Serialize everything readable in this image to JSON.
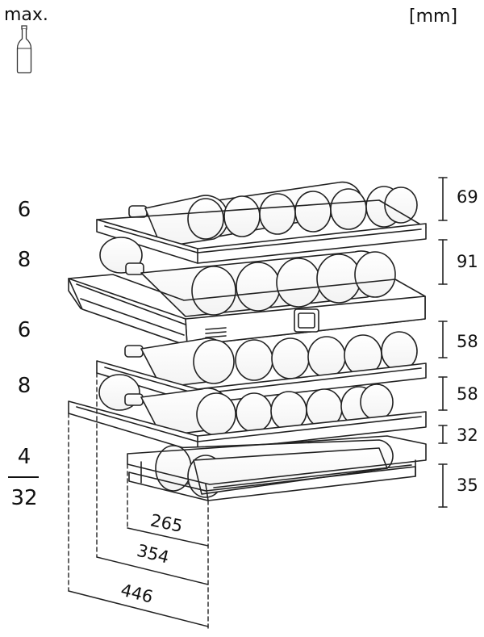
{
  "header": {
    "max_label": "max.",
    "unit_label": "[mm]",
    "bottle_icon": "wine-bottle-icon"
  },
  "shelf_counts": [
    "6",
    "8",
    "6",
    "8",
    "4"
  ],
  "total_count": "32",
  "height_dimensions": [
    "69",
    "91",
    "58",
    "58",
    "32",
    "35"
  ],
  "depth_dimensions": [
    "265",
    "354",
    "446"
  ]
}
